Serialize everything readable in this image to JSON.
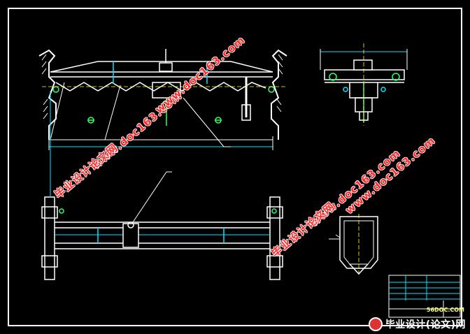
{
  "watermarks": {
    "site_url": "www.doc163.com",
    "cn_label": "毕业设计论文网"
  },
  "brand": {
    "site_small": "56DOC.COM",
    "text": "毕业设计(论文)网"
  },
  "colors": {
    "background": "#000000",
    "line": "#ffffff",
    "cyan": "#00e5ff",
    "green": "#33ff66",
    "yellow": "#ffff33",
    "watermark": "#ff2a2a"
  }
}
